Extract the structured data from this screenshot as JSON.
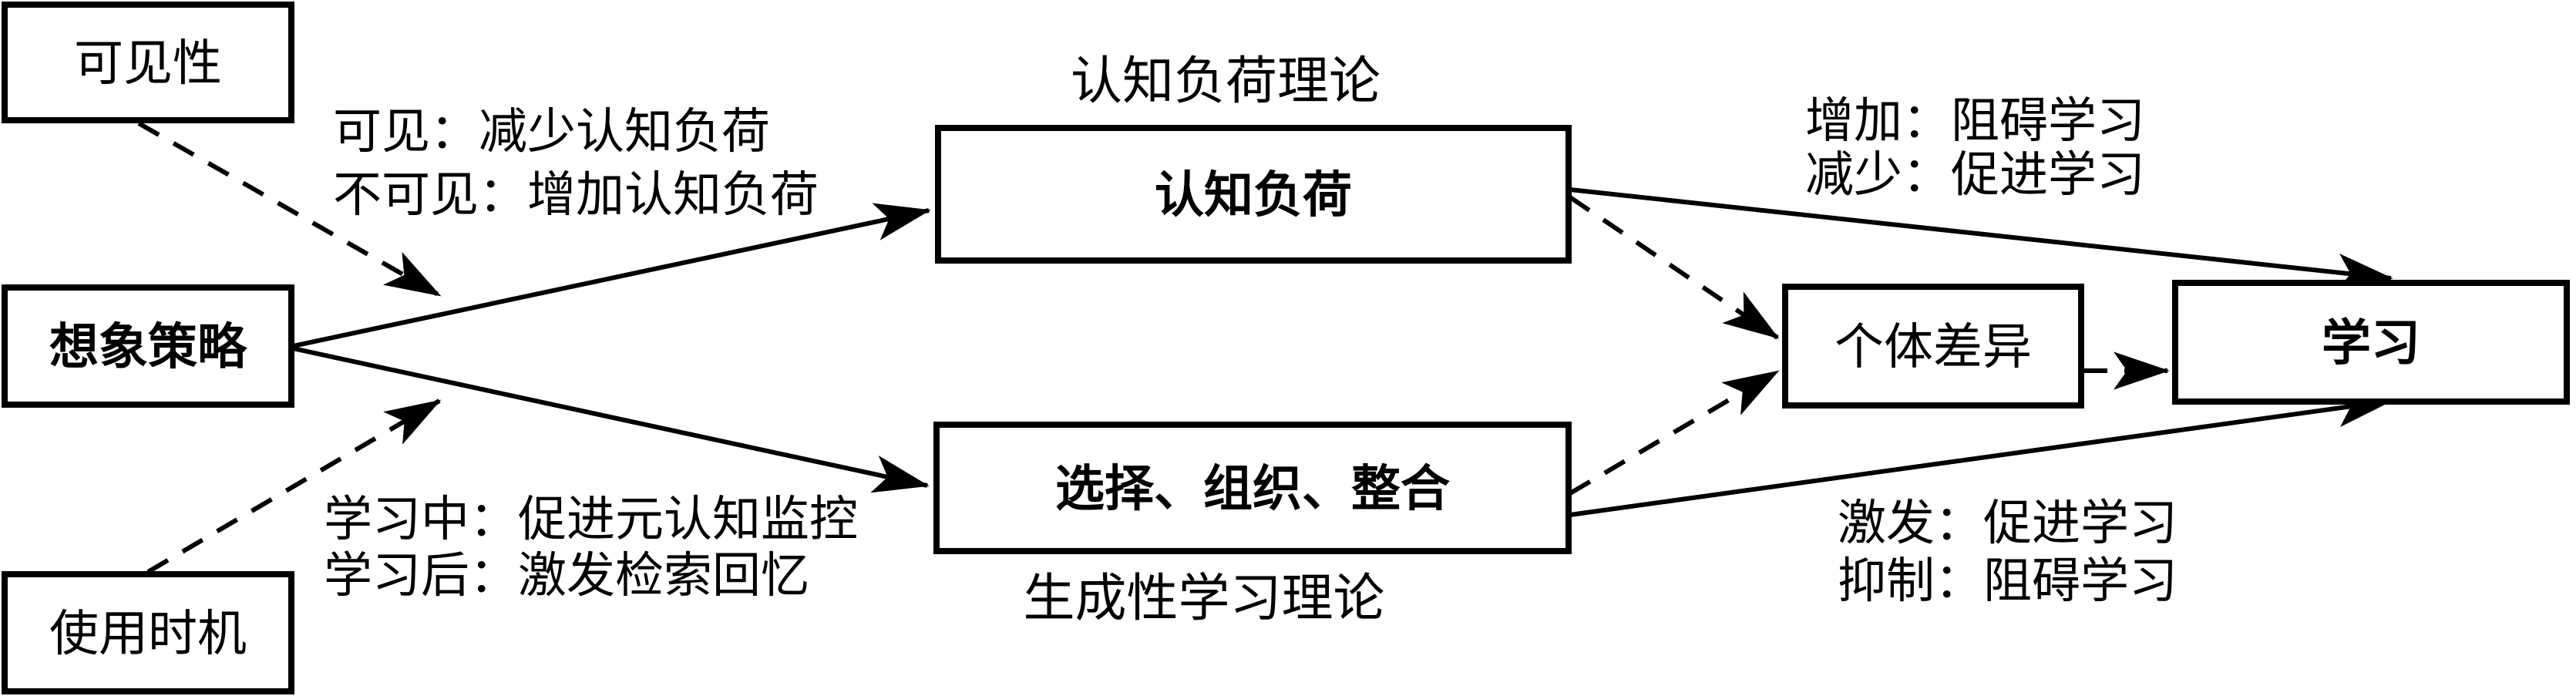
{
  "diagram": {
    "description_colors": {
      "line": "#000000",
      "background": "#ffffff",
      "box_fill": "#ffffff"
    },
    "boxes": {
      "visibility": {
        "label": "可见性"
      },
      "imagination_strategy": {
        "label": "想象策略"
      },
      "usage_timing": {
        "label": "使用时机"
      },
      "cognitive_load": {
        "label": "认知负荷"
      },
      "select_organize_integrate": {
        "label": "选择、组织、整合"
      },
      "individual_differences": {
        "label": "个体差异"
      },
      "learning": {
        "label": "学习"
      }
    },
    "theory_labels": {
      "cognitive_load_theory": "认知负荷理论",
      "generative_learning_theory": "生成性学习理论"
    },
    "annotations": {
      "visibility_effect": {
        "line1": "可见：减少认知负荷",
        "line2": "不可见：增加认知负荷"
      },
      "timing_effect": {
        "line1": "学习中：促进元认知监控",
        "line2": "学习后：激发检索回忆"
      },
      "cognitive_load_effect": {
        "line1": "增加：阻碍学习",
        "line2": "减少：促进学习"
      },
      "generative_effect": {
        "line1": "激发：促进学习",
        "line2": "抑制：阻碍学习"
      }
    }
  }
}
